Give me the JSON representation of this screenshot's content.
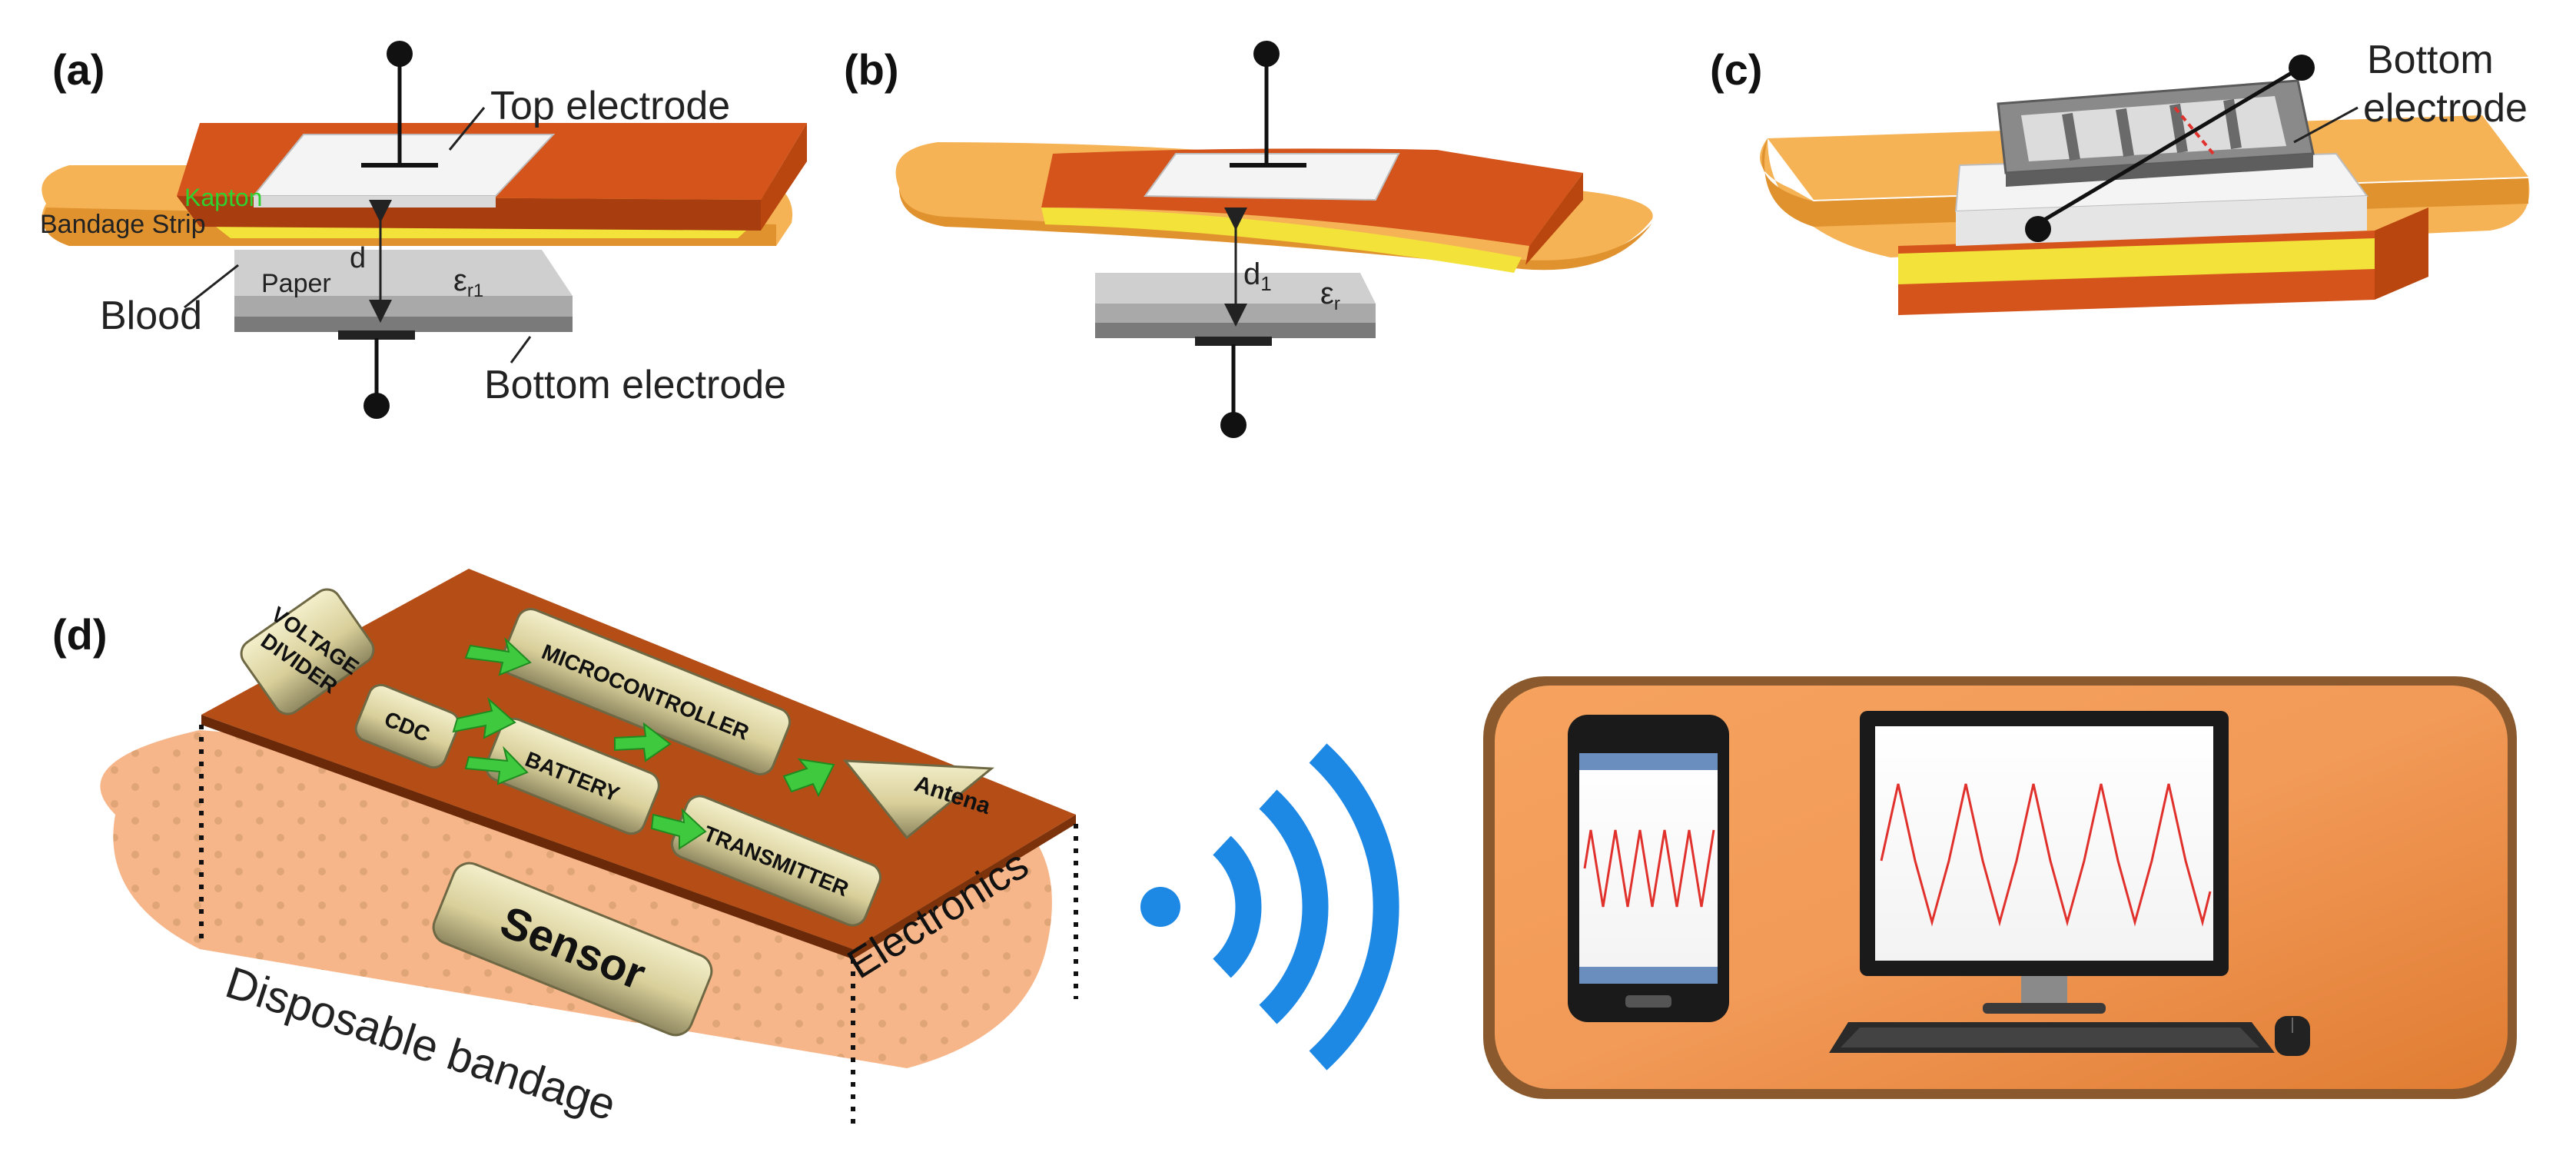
{
  "colors": {
    "kapton": "#d4541c",
    "kapton_dark": "#a83d10",
    "bandage": "#f5b356",
    "bandage_dark": "#e0922e",
    "yellow_layer": "#f2e23a",
    "electrode_white": "#f4f4f4",
    "paper_grey": "#cfcfcf",
    "bottom_electrode": "#7a7a7a",
    "kapton_label": "#2fd12f",
    "signal_red": "#e0312c",
    "wifi_blue": "#1e88e5",
    "chip_gold": "#d8cf9a",
    "arrow_green": "#3ec93e",
    "display_orange": "#f29a58"
  },
  "panel_a": {
    "label": "(a)",
    "top_electrode": "Top electrode",
    "kapton": "Kapton",
    "bandage_strip": "Bandage Strip",
    "d": "d",
    "paper": "Paper",
    "epsilon": "ε",
    "epsilon_sub": "r1",
    "blood": "Blood",
    "bottom_electrode": "Bottom electrode"
  },
  "panel_b": {
    "label": "(b)",
    "d": "d",
    "d_sub": "1",
    "epsilon": "ε",
    "epsilon_sub": "r"
  },
  "panel_c": {
    "label": "(c)",
    "bottom_electrode_line1": "Bottom",
    "bottom_electrode_line2": "electrode"
  },
  "panel_d": {
    "label": "(d)",
    "voltage_line1": "VOLTAGE",
    "voltage_line2": "DIVIDER",
    "microcontroller": "MICROCONTROLLER",
    "cdc": "CDC",
    "battery": "BATTERY",
    "antena": "Antena",
    "transmitter": "TRANSMITTER",
    "electronics": "Electronics",
    "sensor": "Sensor",
    "disposable_bandage": "Disposable bandage"
  },
  "display": {
    "phone_signal_icon": "sine-wave-icon",
    "monitor_signal_icon": "sine-wave-icon",
    "wifi_icon": "wifi-icon"
  }
}
